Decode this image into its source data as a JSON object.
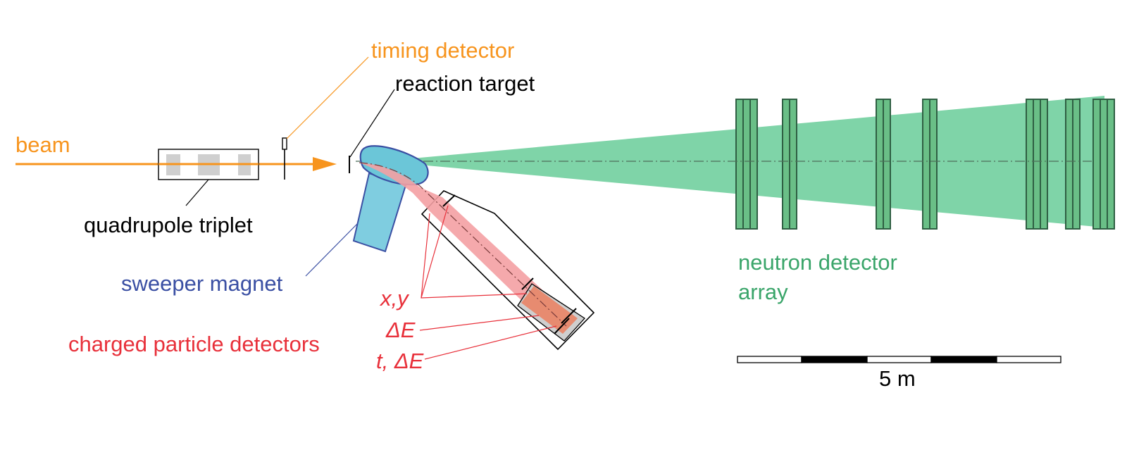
{
  "labels": {
    "timing_detector": "timing detector",
    "reaction_target": "reaction target",
    "beam": "beam",
    "quadrupole_triplet": "quadrupole triplet",
    "sweeper_magnet": "sweeper magnet",
    "neutron_array_line1": "neutron detector",
    "neutron_array_line2": "array",
    "xy": "x,y",
    "dE": "ΔE",
    "t_dE": "t, ΔE",
    "charged_particle_detectors": "charged particle detectors",
    "scale": "5 m"
  },
  "colors": {
    "orange": "#f7941d",
    "black": "#000000",
    "blue": "#3a4fa3",
    "magnet_fill": "#7fcde0",
    "green": "#3aa56a",
    "green_fill": "#7fd4a8",
    "detector_wall": "#6abf87",
    "red": "#e8303a",
    "red_fill": "#f4a0a3",
    "orange_fill": "#e8876a",
    "grey": "#cfcfcf"
  }
}
